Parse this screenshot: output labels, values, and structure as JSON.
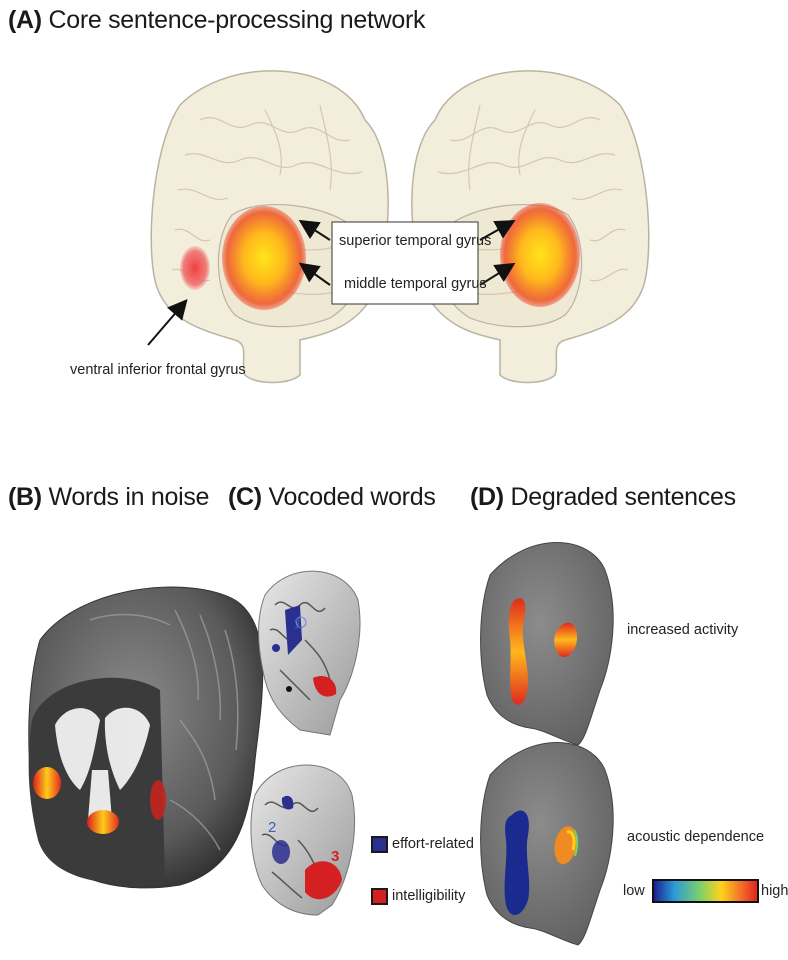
{
  "panel_a": {
    "letter": "(A)",
    "title": "Core sentence-processing network",
    "labels": {
      "stg": "superior temporal gyrus",
      "mtg": "middle temporal gyrus",
      "vifg": "ventral inferior frontal gyrus"
    }
  },
  "panel_b": {
    "letter": "(B)",
    "title": "Words in noise"
  },
  "panel_c": {
    "letter": "(C)",
    "title": "Vocoded words",
    "region_numbers": [
      "1",
      "2",
      "3"
    ],
    "legend": [
      {
        "label": "effort-related",
        "color": "#2b2f8f"
      },
      {
        "label": "intelligibility",
        "color": "#d42020"
      }
    ]
  },
  "panel_d": {
    "letter": "(D)",
    "title": "Degraded sentences",
    "labels": {
      "top": "increased activity",
      "bottom": "acoustic dependence"
    },
    "colorbar": {
      "low": "low",
      "high": "high"
    }
  },
  "colors": {
    "brain_outline": "#f3eedb",
    "activation_core": "#ffd21a",
    "activation_edge": "#e8322b",
    "mri_gray": "#6f6f6f"
  }
}
